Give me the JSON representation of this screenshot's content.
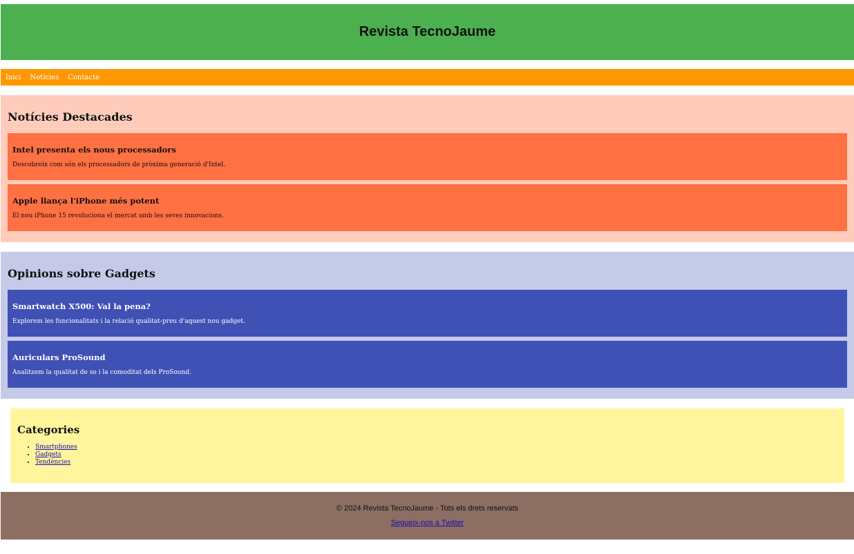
{
  "header": {
    "title": "Revista TecnoJaume"
  },
  "nav": {
    "items": [
      "Inici",
      "Notícies",
      "Contacte"
    ]
  },
  "news": {
    "title": "Notícies Destacades",
    "articles": [
      {
        "title": "Intel presenta els nous processadors",
        "summary": "Descobreix com són els processadors de pròxima generació d'Intel."
      },
      {
        "title": "Apple llança l'iPhone més potent",
        "summary": "El nou iPhone 15 revoluciona el mercat amb les seves innovacions."
      }
    ]
  },
  "opinions": {
    "title": "Opinions sobre Gadgets",
    "articles": [
      {
        "title": "Smartwatch X500: Val la pena?",
        "summary": "Explorem les funcionalitats i la relació qualitat-preu d'aquest nou gadget."
      },
      {
        "title": "Auriculars ProSound",
        "summary": "Analitzem la qualitat de so i la comoditat dels ProSound."
      }
    ]
  },
  "categories": {
    "title": "Categories",
    "items": [
      "Smartphones",
      "Gadgets",
      "Tendències"
    ]
  },
  "footer": {
    "copyright": "© 2024 Revista TecnoJaume - Tots els drets reservats",
    "social_link": "Segueix-nos a Twitter"
  },
  "colors": {
    "header": "#4caf50",
    "nav": "#ff9800",
    "news_bg": "#ffccbc",
    "news_card": "#ff7043",
    "opinions_bg": "#c5cae9",
    "opinions_card": "#3f51b5",
    "categories_bg": "#fff59d",
    "footer_bg": "#8d6e63"
  }
}
